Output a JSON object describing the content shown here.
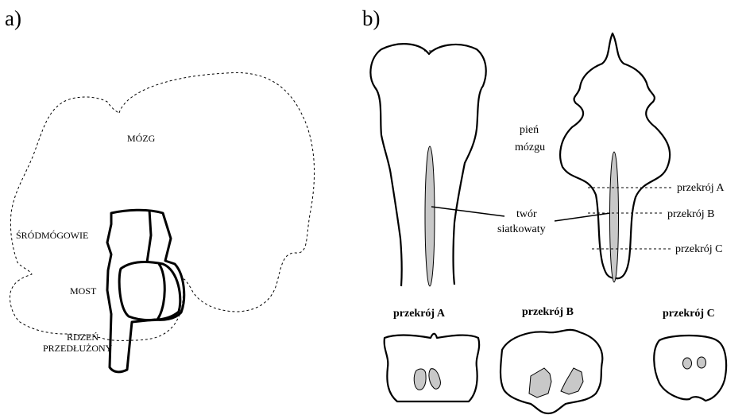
{
  "panel_a": {
    "label": "a)",
    "regions": {
      "mozg": "MÓZG",
      "srodmozgowie": "ŚRÓDMÓGOWIE",
      "most": "MOST",
      "rdzen_line1": "RDZEŃ",
      "rdzen_line2": "PRZEDŁUŻONY"
    }
  },
  "panel_b": {
    "label": "b)",
    "brainstem_line1": "pień",
    "brainstem_line2": "mózgu",
    "reticular_line1": "twór",
    "reticular_line2": "siatkowaty",
    "cut_labels": [
      "przekrój A",
      "przekrój B",
      "przekrój C"
    ],
    "section_titles": [
      "przekrój A",
      "przekrój B",
      "przekrój C"
    ]
  }
}
